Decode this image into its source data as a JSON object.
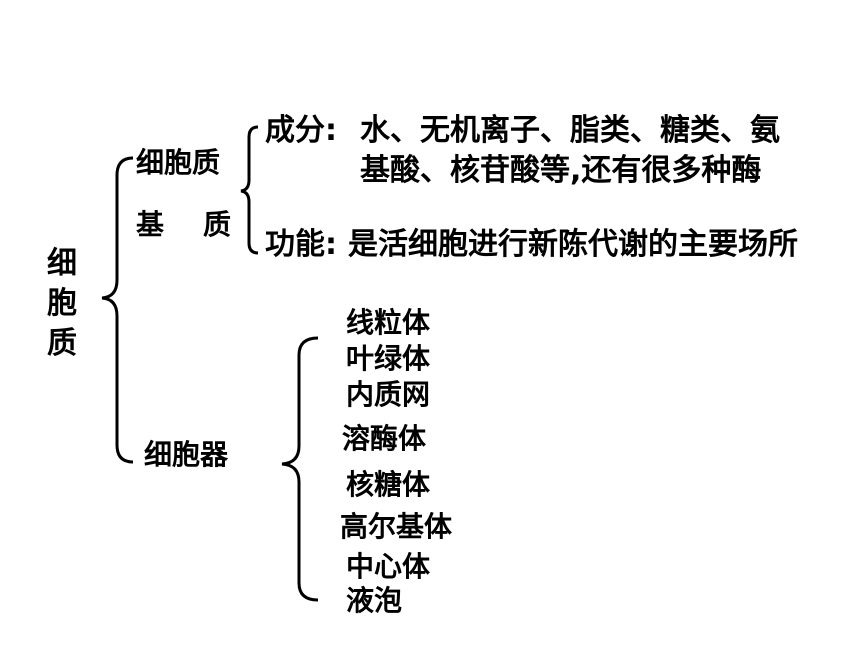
{
  "root": {
    "chars": [
      "细",
      "胞",
      "质"
    ]
  },
  "matrix": {
    "label_line1": "细胞质",
    "label_line2": "基 质",
    "composition_label": "成分:",
    "composition_line1": "水、无机离子、脂类、糖类、氨",
    "composition_line2": "基酸、核苷酸等,还有很多种酶",
    "function_label": "功能:",
    "function_text": "是活细胞进行新陈代谢的主要场所"
  },
  "organelles": {
    "label": "细胞器",
    "items": [
      "线粒体",
      "叶绿体",
      "内质网",
      "溶酶体",
      "核糖体",
      "高尔基体",
      "中心体",
      "液泡"
    ]
  }
}
